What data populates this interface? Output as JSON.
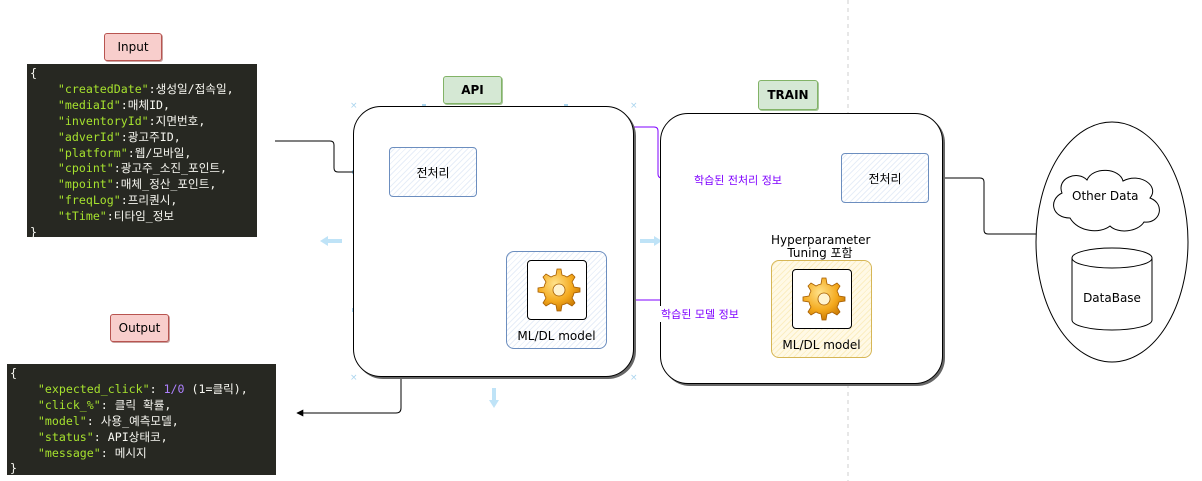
{
  "input": {
    "tag": "Input",
    "lines": [
      {
        "t": "brace",
        "text": "{"
      },
      {
        "t": "kv",
        "key": "\"createdDate\"",
        "val": "생성일/접속일,"
      },
      {
        "t": "kv",
        "key": "\"mediaId\"",
        "val": "매체ID,"
      },
      {
        "t": "kv",
        "key": "\"inventoryId\"",
        "val": "지면번호,"
      },
      {
        "t": "kv",
        "key": "\"adverId\"",
        "val": "광고주ID,"
      },
      {
        "t": "kv",
        "key": "\"platform\"",
        "val": "웹/모바일,"
      },
      {
        "t": "kv",
        "key": "\"cpoint\"",
        "val": "광고주_소진_포인트,"
      },
      {
        "t": "kv",
        "key": "\"mpoint\"",
        "val": "매체_정산_포인트,"
      },
      {
        "t": "kv",
        "key": "\"freqLog\"",
        "val": "프리퀀시,"
      },
      {
        "t": "kv",
        "key": "\"tTime\"",
        "val": "티타임_정보"
      },
      {
        "t": "brace",
        "text": "}"
      }
    ]
  },
  "output": {
    "tag": "Output",
    "lines": [
      {
        "t": "brace",
        "text": "{"
      },
      {
        "t": "kvs",
        "key": "\"expected_click\"",
        "num": "1/0",
        "val": " (1=클릭),"
      },
      {
        "t": "kvs",
        "key": "\"click_%\"",
        "val": "클릭 확률,"
      },
      {
        "t": "kvs",
        "key": "\"model\"",
        "val": "사용_예측모델,"
      },
      {
        "t": "kvs",
        "key": "\"status\"",
        "val": "API상태코,"
      },
      {
        "t": "kvs",
        "key": "\"message\"",
        "val": "메시지"
      },
      {
        "t": "brace",
        "text": "}"
      }
    ]
  },
  "api": {
    "tag": "API",
    "preprocess": "전처리",
    "model_label": "ML/DL model"
  },
  "train": {
    "tag": "TRAIN",
    "preprocess": "전처리",
    "hyper_label_1": "Hyperparameter",
    "hyper_label_2": "Tuning 포함",
    "model_label": "ML/DL model"
  },
  "flows": {
    "preprocess_info": "학습된 전처리 정보",
    "model_info": "학습된 모델 정보"
  },
  "sources": {
    "other_data": "Other Data",
    "database": "DataBase"
  },
  "colors": {
    "code_bg": "#272822",
    "code_key": "#a6e22e",
    "code_number": "#ae81ff",
    "purple_arrow": "#7f00ff",
    "blue_border": "#6c8ebf",
    "yellow_border": "#d6b656"
  },
  "icons": [
    "gear-icon",
    "cloud-icon",
    "database-icon"
  ]
}
